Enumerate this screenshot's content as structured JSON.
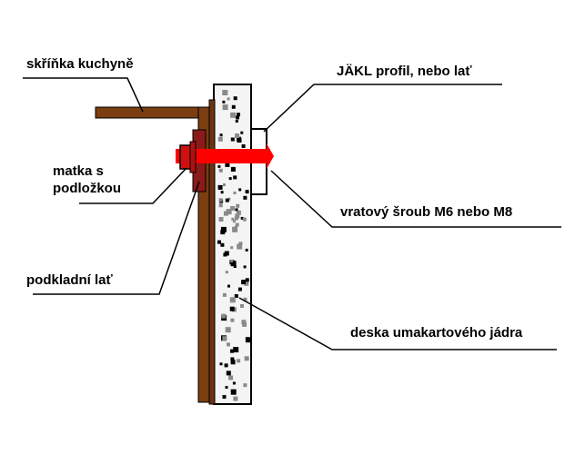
{
  "labels": {
    "cabinet": "skříňka kuchyně",
    "jakl": "JÄKL profil, nebo lať",
    "nut": [
      "matka s",
      "podložkou"
    ],
    "bolt": "vratový šroub M6 nebo M8",
    "batten": "podkladní lať",
    "core_board": "deska umakartového jádra"
  },
  "colors": {
    "wood": "#7a3e10",
    "batten": "#8b1a1a",
    "bolt": "#ff0000",
    "nut": "#d01010",
    "board_fill": "#f4f4f4",
    "line": "#000000",
    "speckle_dark": "#000000",
    "speckle_gray": "#8a8a8a"
  }
}
